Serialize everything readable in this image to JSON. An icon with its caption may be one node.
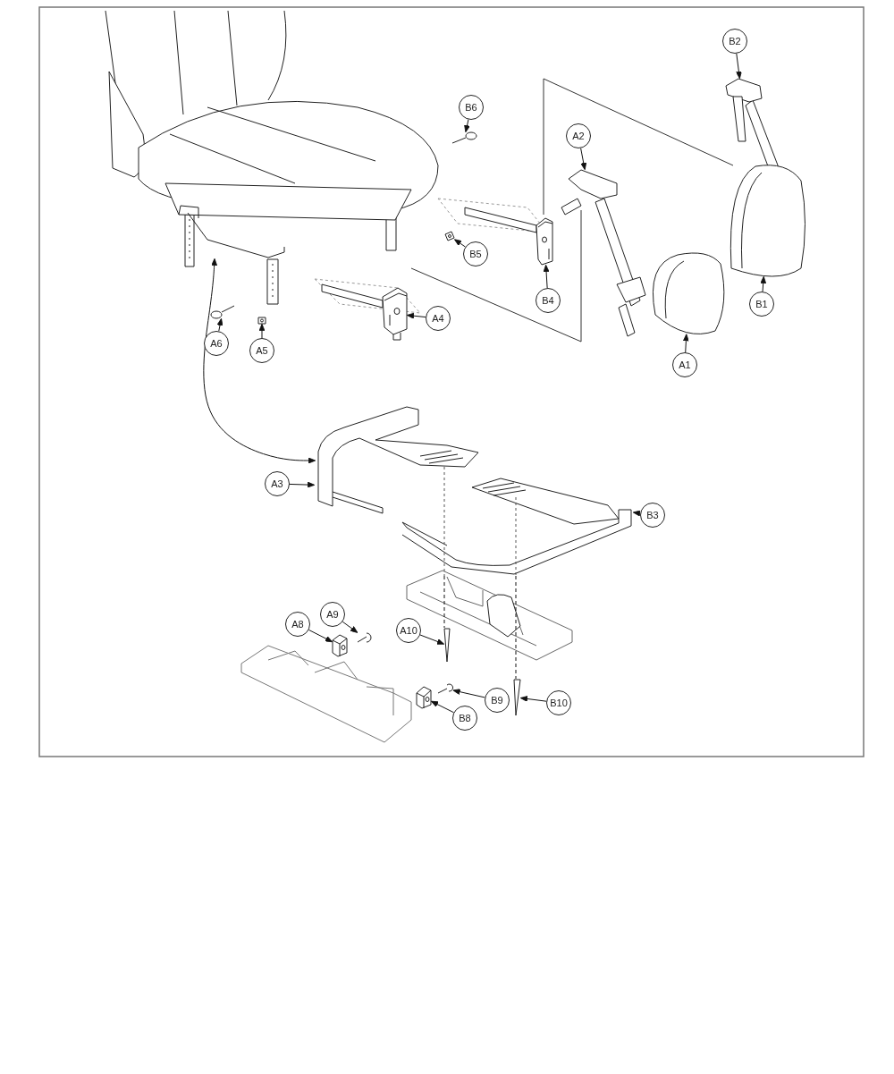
{
  "diagram": {
    "nodes": [
      {
        "text": [],
        "shape": "picture"
      },
      {
        "text": [],
        "shape": "picture"
      },
      {
        "text": [
          "B2"
        ]
      },
      {
        "text": [
          "B6"
        ]
      },
      {
        "text": [
          "A2"
        ]
      },
      {
        "text": [
          "B5"
        ]
      },
      {
        "text": [
          "B4"
        ]
      },
      {
        "text": [
          "B1"
        ]
      },
      {
        "text": [
          "A4"
        ]
      },
      {
        "text": [
          "A6"
        ]
      },
      {
        "text": [
          "A5"
        ]
      },
      {
        "text": [
          "A1"
        ]
      },
      {
        "text": [
          "A3"
        ]
      },
      {
        "text": [
          "B3"
        ]
      },
      {
        "text": [
          "A10"
        ]
      },
      {
        "text": [
          "A9"
        ]
      },
      {
        "text": [
          "A8"
        ]
      },
      {
        "text": [
          "B9"
        ]
      },
      {
        "text": [
          "B10"
        ]
      },
      {
        "text": [
          "B8"
        ]
      },
      {
        "text": [],
        "shape": "picture"
      },
      {
        "text": [],
        "shape": "picture"
      },
      {
        "text": [],
        "shape": "picture"
      },
      {
        "text": [],
        "shape": "picture"
      },
      {
        "text": [],
        "shape": "picture"
      },
      {
        "text": [],
        "shape": "picture"
      },
      {
        "text": [],
        "shape": "picture"
      },
      {
        "text": [],
        "shape": "picture"
      },
      {
        "text": [],
        "shape": "picture"
      },
      {
        "text": [],
        "shape": "picture"
      },
      {
        "text": [],
        "shape": "picture"
      },
      {
        "text": [],
        "shape": "picture"
      },
      {
        "text": [],
        "shape": "picture"
      },
      {
        "text": [],
        "shape": "picture"
      },
      {
        "text": [],
        "shape": "picture"
      },
      {
        "text": [],
        "shape": "picture"
      }
    ],
    "edges": [
      {
        "from": 0,
        "to": 1,
        "arrow": "both"
      },
      {
        "from": 2,
        "to": 20,
        "arrow": "to"
      },
      {
        "from": 3,
        "to": 21,
        "arrow": "to"
      },
      {
        "from": 4,
        "to": 22,
        "arrow": "to"
      },
      {
        "from": 5,
        "to": 23,
        "arrow": "to"
      },
      {
        "from": 6,
        "to": 24,
        "arrow": "to"
      },
      {
        "from": 7,
        "to": 25,
        "arrow": "to"
      },
      {
        "from": 8,
        "to": 26,
        "arrow": "to"
      },
      {
        "from": 9,
        "to": 27,
        "arrow": "to"
      },
      {
        "from": 10,
        "to": 28,
        "arrow": "to"
      },
      {
        "from": 11,
        "to": 29,
        "arrow": "to"
      },
      {
        "from": 12,
        "to": 1,
        "arrow": "to"
      },
      {
        "from": 13,
        "to": 1,
        "arrow": "to"
      },
      {
        "from": 14,
        "to": 30,
        "arrow": "to"
      },
      {
        "from": 15,
        "to": 31,
        "arrow": "to"
      },
      {
        "from": 16,
        "to": 32,
        "arrow": "to"
      },
      {
        "from": 17,
        "to": 33,
        "arrow": "to"
      },
      {
        "from": 18,
        "to": 34,
        "arrow": "to"
      },
      {
        "from": 19,
        "to": 35,
        "arrow": "to"
      },
      {
        "from": 1,
        "to": 30,
        "arrow": "none",
        "style": "dashed"
      },
      {
        "from": 1,
        "to": 34,
        "arrow": "none",
        "style": "dashed"
      }
    ]
  }
}
